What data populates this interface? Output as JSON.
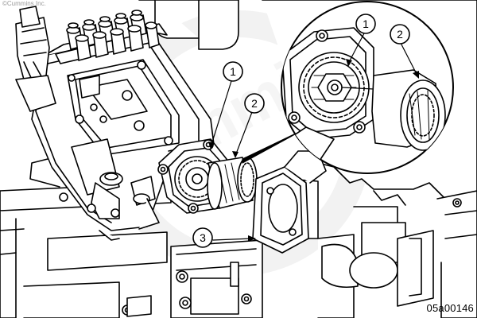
{
  "copyright": "©Cummins Inc.",
  "watermark": "cummins",
  "figure_id": "05a00146",
  "callouts": {
    "main_1": "1",
    "main_2": "2",
    "main_3": "3",
    "zoom_1": "1",
    "zoom_2": "2"
  },
  "colors": {
    "line": "#000000",
    "paper": "#ffffff",
    "watermark": "#e6e6e6"
  }
}
